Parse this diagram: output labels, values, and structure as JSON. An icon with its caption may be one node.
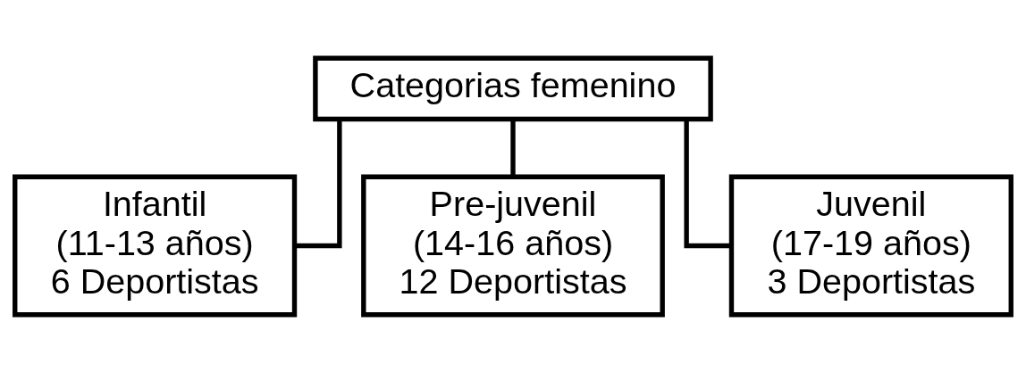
{
  "diagram": {
    "nodes": [
      {
        "text": [
          "Categorias femenino"
        ]
      },
      {
        "text": [
          "Infantil",
          "(11-13 años)",
          "6 Deportistas"
        ]
      },
      {
        "text": [
          "Pre-juvenil",
          "(14-16 años)",
          "12 Deportistas"
        ]
      },
      {
        "text": [
          "Juvenil",
          "(17-19 años)",
          "3 Deportistas"
        ]
      }
    ],
    "edges": [
      {
        "from": 0,
        "to": 1,
        "arrow": "none"
      },
      {
        "from": 0,
        "to": 2,
        "arrow": "none"
      },
      {
        "from": 0,
        "to": 3,
        "arrow": "none"
      }
    ]
  }
}
